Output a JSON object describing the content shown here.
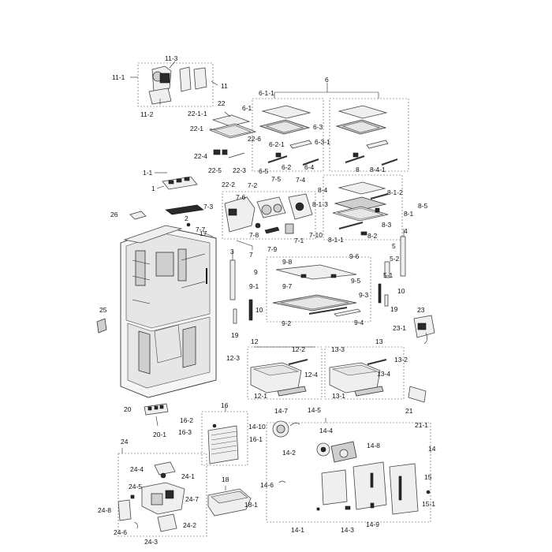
{
  "diagram": {
    "labels": {
      "l6": "6",
      "l6_1_1": "6-1-1",
      "l6_1": "6-1",
      "l6_3": "6-3",
      "l6_2_1": "6-2-1",
      "l6_3_1": "6-3-1",
      "l6_5": "6-5",
      "l6_2": "6-2",
      "l6_4": "6-4",
      "l8": "8",
      "l8_4_1": "8-4-1",
      "l8_4": "8-4",
      "l8_1_2": "8-1-2",
      "l8_1_3": "8-1-3",
      "l8_5": "8-5",
      "l8_1": "8-1",
      "l8_3": "8-3",
      "l8_2": "8-2",
      "l8_1_1": "8-1-1",
      "l11_3": "11-3",
      "l11_1": "11-1",
      "l11": "11",
      "l11_2": "11-2",
      "l22": "22",
      "l22_1_1": "22-1-1",
      "l22_1": "22-1",
      "l22_6": "22-6",
      "l22_4": "22-4",
      "l22_5": "22-5",
      "l22_3": "22-3",
      "l22_2": "22-2",
      "l1_1": "1-1",
      "l1": "1",
      "l26": "26",
      "l2": "2",
      "l17": "17",
      "l7_2": "7-2",
      "l7_5": "7-5",
      "l7_4": "7-4",
      "l7_6": "7-6",
      "l7_3": "7-3",
      "l7_7": "7-7",
      "l7_8": "7-8",
      "l7_9": "7-9",
      "l7_1": "7-1",
      "l7_10": "7-10",
      "l7": "7",
      "l4": "4",
      "l5": "5",
      "l5_2": "5-2",
      "l5_1": "5-1",
      "l10b": "10",
      "l19b": "19",
      "l3": "3",
      "l9_8": "9-8",
      "l9_6": "9-6",
      "l9": "9",
      "l9_5": "9-5",
      "l9_1": "9-1",
      "l9_7": "9-7",
      "l9_3": "9-3",
      "l9_2": "9-2",
      "l9_4": "9-4",
      "l10": "10",
      "l19": "19",
      "l25": "25",
      "l23": "23",
      "l23_1": "23-1",
      "l12": "12",
      "l12_2": "12-2",
      "l12_3": "12-3",
      "l12_4": "12-4",
      "l12_1": "12-1",
      "l13": "13",
      "l13_3": "13-3",
      "l13_2": "13-2",
      "l13_4": "13-4",
      "l13_1": "13-1",
      "l20": "20",
      "l20_1": "20-1",
      "l16": "16",
      "l16_2": "16-2",
      "l16_3": "16-3",
      "l16_1": "16-1",
      "l14_7": "14-7",
      "l14_5": "14-5",
      "l14_10": "14-10",
      "l14_2": "14-2",
      "l14_4": "14-4",
      "l14_8": "14-8",
      "l14": "14",
      "l14_6": "14-6",
      "l14_1": "14-1",
      "l14_3": "14-3",
      "l14_9": "14-9",
      "l21": "21",
      "l21_1": "21-1",
      "l15": "15",
      "l15_1": "15-1",
      "l24": "24",
      "l24_4": "24-4",
      "l24_1": "24-1",
      "l24_5": "24-5",
      "l24_7": "24-7",
      "l24_8": "24-8",
      "l24_6": "24-6",
      "l24_2": "24-2",
      "l24_3": "24-3",
      "l18": "18",
      "l18_1": "18-1"
    }
  }
}
